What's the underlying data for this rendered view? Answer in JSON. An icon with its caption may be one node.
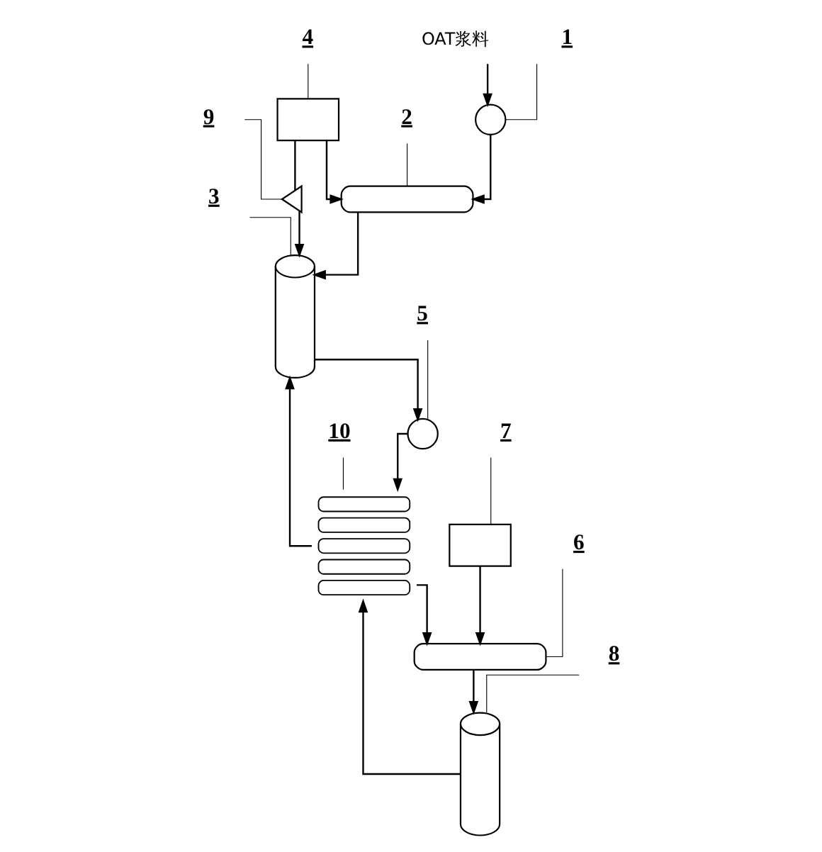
{
  "diagram": {
    "nodes": [
      {
        "text": [
          "3"
        ]
      },
      {
        "text": [],
        "shape": "cylinder"
      },
      {
        "text": [
          "9"
        ]
      },
      {
        "text": [],
        "shape": "valve"
      },
      {
        "text": [
          "4"
        ]
      },
      {
        "text": [],
        "shape": "box"
      },
      {
        "text": [
          "10"
        ]
      },
      {
        "text": [],
        "shape": "stack"
      },
      {
        "text": [],
        "shape": "cylinder"
      },
      {
        "text": [
          "2"
        ]
      },
      {
        "text": [
          "1"
        ]
      },
      {
        "text": [
          "5"
        ]
      },
      {
        "text": [
          "OAT浆料"
        ]
      },
      {
        "text": [],
        "shape": "circle"
      },
      {
        "text": [],
        "shape": "circle"
      },
      {
        "text": [
          "6"
        ]
      },
      {
        "text": [],
        "shape": "cylinder"
      },
      {
        "text": [],
        "shape": "box"
      },
      {
        "text": [
          "8"
        ]
      },
      {
        "text": [],
        "shape": "cylinder"
      },
      {
        "text": [
          "7"
        ]
      }
    ],
    "edges": [
      {
        "from": 0,
        "to": 1,
        "arrow": "none"
      },
      {
        "from": 2,
        "to": 3,
        "arrow": "none"
      },
      {
        "from": 4,
        "to": 5,
        "arrow": "none"
      },
      {
        "from": 6,
        "to": 7,
        "arrow": "none"
      },
      {
        "from": 9,
        "to": 8,
        "arrow": "none"
      },
      {
        "from": 10,
        "to": 13,
        "arrow": "none"
      },
      {
        "from": 11,
        "to": 14,
        "arrow": "none"
      },
      {
        "from": 15,
        "to": 16,
        "arrow": "none"
      },
      {
        "from": 18,
        "to": 19,
        "arrow": "none"
      },
      {
        "from": 20,
        "to": 17,
        "arrow": "none"
      },
      {
        "from": 12,
        "to": 13,
        "arrow": "to"
      },
      {
        "from": 13,
        "to": 8,
        "arrow": "to"
      },
      {
        "from": 8,
        "to": 1,
        "arrow": "to"
      },
      {
        "from": 5,
        "to": 8,
        "arrow": "to"
      },
      {
        "from": 5,
        "to": 3,
        "arrow": "none"
      },
      {
        "from": 3,
        "to": 1,
        "arrow": "to"
      },
      {
        "from": 7,
        "to": 1,
        "arrow": "to"
      },
      {
        "from": 1,
        "to": 14,
        "arrow": "to"
      },
      {
        "from": 14,
        "to": 7,
        "arrow": "to"
      },
      {
        "from": 7,
        "to": 16,
        "arrow": "to"
      },
      {
        "from": 17,
        "to": 16,
        "arrow": "to"
      },
      {
        "from": 16,
        "to": 19,
        "arrow": "to"
      },
      {
        "from": 19,
        "to": 7,
        "arrow": "to"
      }
    ]
  }
}
